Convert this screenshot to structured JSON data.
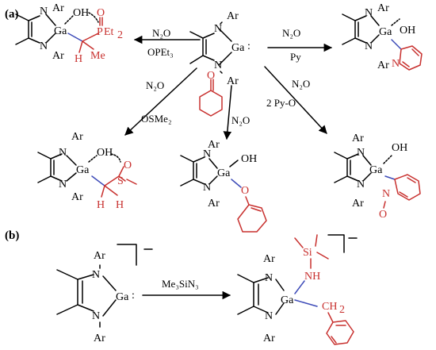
{
  "panels": {
    "a": "(a)",
    "b": "(b)"
  },
  "atoms": {
    "ar": "Ar",
    "n": "N",
    "ga": "Ga",
    "oh": "OH",
    "o": "O",
    "h": "H",
    "me": "Me",
    "p": "P",
    "et2": "Et",
    "s": "S",
    "si": "Si",
    "nh": "NH",
    "ch": "CH",
    "two": "2",
    "nitrogen_label": "N",
    "o_minus": "O"
  },
  "reagents": {
    "n2o": "N₂O",
    "opet3": "OPEt₃",
    "py": "Py",
    "osme2": "OSMe₂",
    "two_py_o": "2 Py-O",
    "me3sin3": "Me₃SiN₃"
  }
}
